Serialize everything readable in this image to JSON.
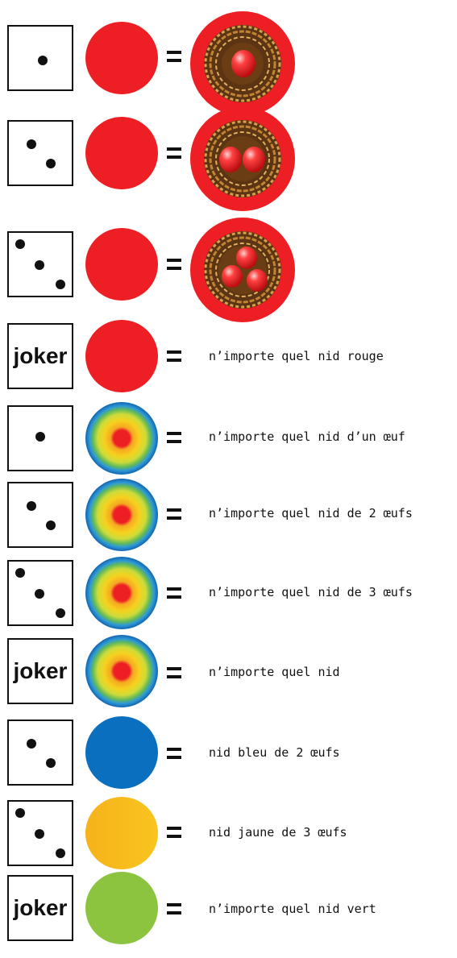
{
  "rows": [
    {
      "die": "1",
      "circle": "red",
      "result": "nest-1-egg"
    },
    {
      "die": "2",
      "circle": "red",
      "result": "nest-2-eggs"
    },
    {
      "die": "3",
      "circle": "red",
      "result": "nest-3-eggs"
    },
    {
      "die": "joker",
      "circle": "red",
      "text": "n’importe quel nid rouge"
    },
    {
      "die": "1",
      "circle": "rainbow",
      "text": "n’importe quel nid d’un œuf"
    },
    {
      "die": "2",
      "circle": "rainbow",
      "text": "n’importe quel nid de 2 œufs"
    },
    {
      "die": "3",
      "circle": "rainbow",
      "text": "n’importe quel nid de 3 œufs"
    },
    {
      "die": "joker",
      "circle": "rainbow",
      "text": "n’importe quel nid"
    },
    {
      "die": "2",
      "circle": "blue",
      "text": "nid bleu de 2 œufs"
    },
    {
      "die": "3",
      "circle": "yellow",
      "text": "nid jaune de 3 œufs"
    },
    {
      "die": "joker",
      "circle": "green",
      "text": "n’importe quel nid vert"
    }
  ],
  "joker_label": "joker",
  "colors": {
    "red": "#ed1f24",
    "blue": "#0a6fbf",
    "yellow": "#f8bc1d",
    "green": "#8cc43f",
    "nest_straw": "#c8953b"
  },
  "icons": {
    "die": "die-face-icon",
    "nest": "nest-with-eggs-icon",
    "equals": "equals-icon"
  }
}
